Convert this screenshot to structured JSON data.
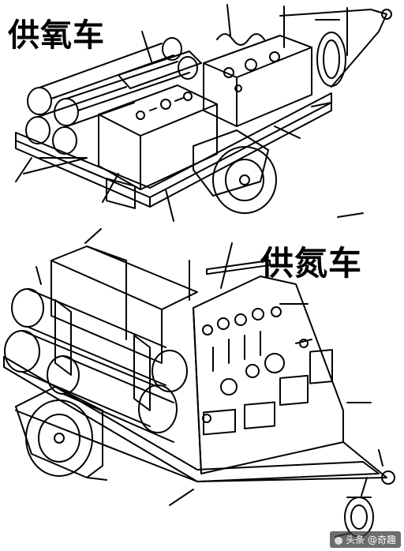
{
  "top_title": "供氧车",
  "bottom_title": "供氮车",
  "watermark": "头条 @奇趣",
  "colors": {
    "ink": "#000000",
    "paper": "#ffffff"
  }
}
